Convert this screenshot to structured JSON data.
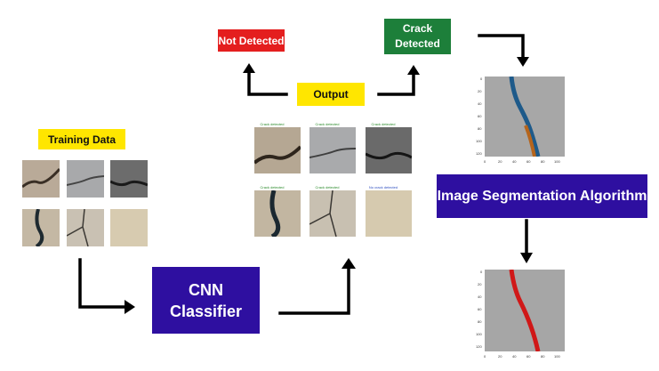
{
  "labels": {
    "training_data": "Training Data",
    "output": "Output",
    "not_detected": "Not Detected",
    "crack_detected_line1": "Crack",
    "crack_detected_line2": "Detected",
    "cnn_line1": "CNN",
    "cnn_line2": "Classifier",
    "segmentation": "Image Segmentation Algorithm"
  },
  "output_captions": [
    "Crack detected",
    "Crack detected",
    "Crack detected",
    "Crack detected",
    "Crack detected",
    "No crack detected"
  ],
  "seg_axis": {
    "x_ticks": [
      "0",
      "20",
      "40",
      "60",
      "80",
      "100"
    ],
    "y_ticks": [
      "0",
      "20",
      "40",
      "60",
      "80",
      "100",
      "120"
    ]
  },
  "colors": {
    "yellow": "#ffe600",
    "red": "#e41e1e",
    "green": "#1d7f3a",
    "purple": "#2e0fa0",
    "crack_blue": "#1e5a8a",
    "crack_orange": "#b5651d",
    "crack_red": "#d01818"
  }
}
